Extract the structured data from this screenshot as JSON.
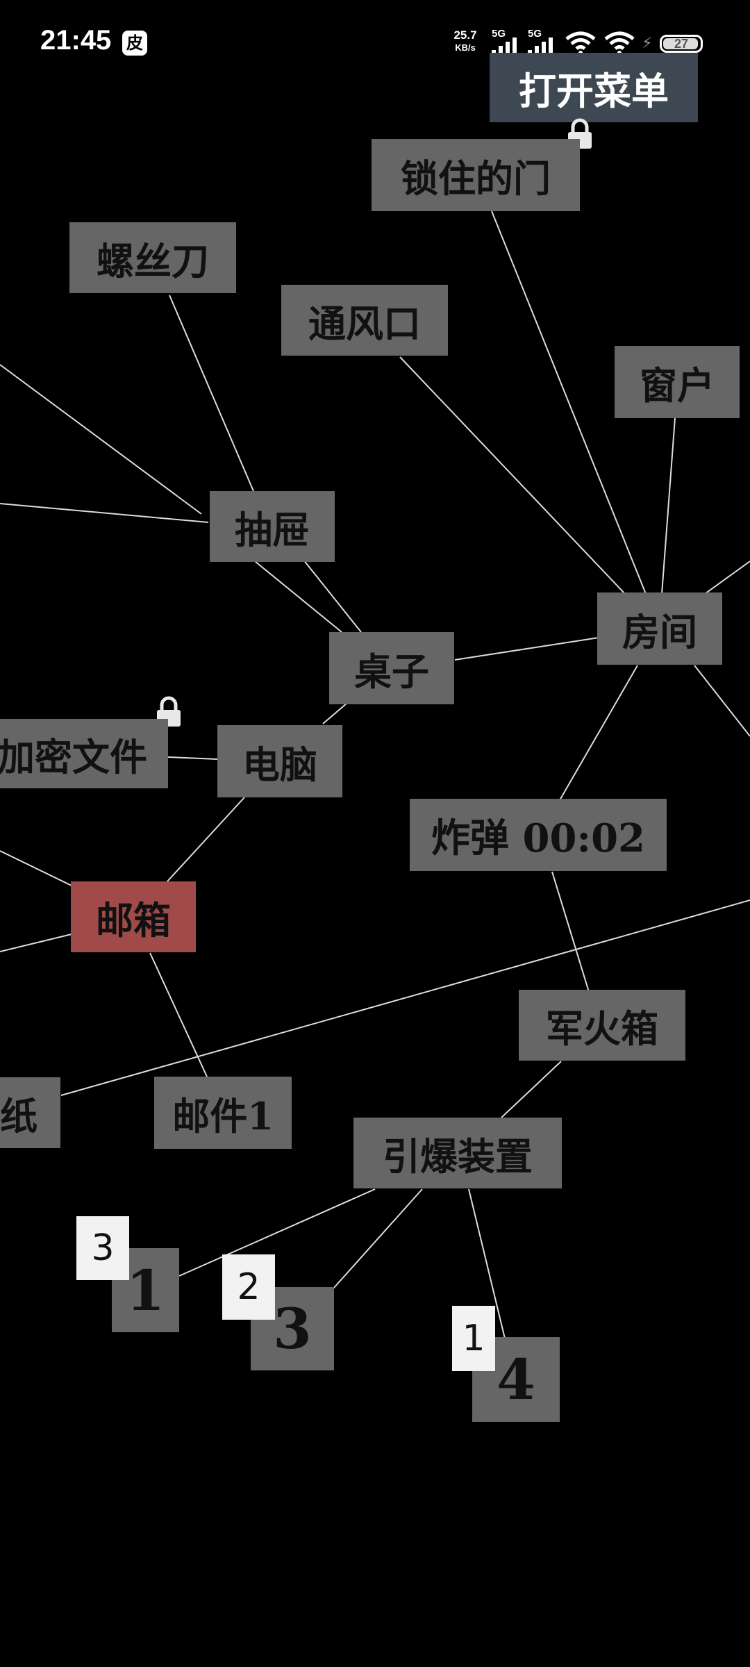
{
  "status_bar": {
    "time": "21:45",
    "app_icon": "皮",
    "net_speed_value": "25.7",
    "net_speed_unit": "KB/s",
    "sim1": "5G",
    "sim2": "5G",
    "battery": "27"
  },
  "open_menu_label": "打开菜单",
  "nodes": {
    "locked_door": "锁住的门",
    "screwdriver": "螺丝刀",
    "vent": "通风口",
    "window": "窗户",
    "drawer": "抽屉",
    "room": "房间",
    "desk": "桌子",
    "encrypted_file": "加密文件",
    "computer": "电脑",
    "bomb": "炸弹 00:02",
    "mailbox": "邮箱",
    "ammo_box": "军火箱",
    "paper": "纸",
    "mail1": "邮件1",
    "detonator": "引爆装置",
    "digit_a": "1",
    "digit_b": "3",
    "digit_c": "4"
  },
  "counters": {
    "a": "3",
    "b": "2",
    "c": "1"
  },
  "colors": {
    "background": "#000000",
    "node": "#666666",
    "highlight_node": "#a04a4a",
    "menu_button": "#3d4852",
    "link_line": "#dddddd"
  }
}
